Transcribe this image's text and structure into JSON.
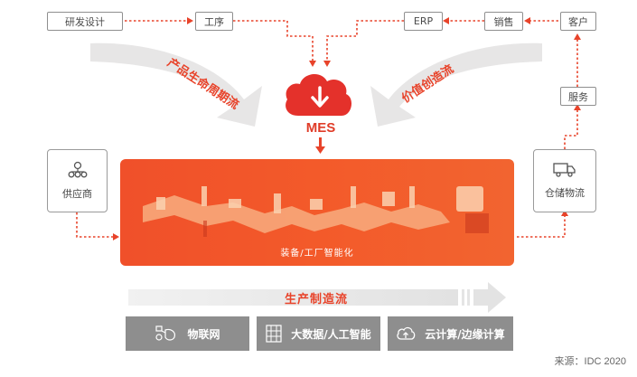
{
  "top_nodes": {
    "rd": "研发设计",
    "process": "工序",
    "erp": "ERP",
    "sales": "销售",
    "customer": "客户"
  },
  "service": "服务",
  "left_arc_label": "产品生命周期流",
  "right_arc_label": "价值创造流",
  "mes": "MES",
  "supplier": "供应商",
  "logistics": "仓储物流",
  "factory_label": "装备/工厂智能化",
  "flow_label": "生产制造流",
  "bottom": {
    "iot": "物联网",
    "bigdata": "大数据/人工智能",
    "cloud": "云计算/边缘计算"
  },
  "source": "来源：IDC 2020",
  "colors": {
    "accent": "#e8432a",
    "gray_box": "#8e8e8e",
    "arrow_gray": "#e6e6e6"
  }
}
